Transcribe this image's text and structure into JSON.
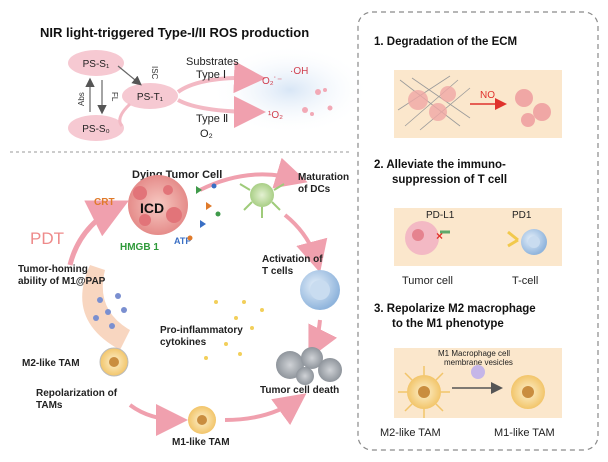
{
  "top_panel": {
    "title": "NIR light-triggered Type-I/II ROS production",
    "ps_s1": "PS-S₁",
    "ps_t1": "PS-T₁",
    "ps_s0": "PS-S₀",
    "isc": "ISC",
    "abs": "Abs",
    "fl": "FL",
    "substrates": "Substrates",
    "type1": "Type Ⅰ",
    "o2_radical": "O₂˙⁻",
    "oh_radical": "·OH",
    "type2": "Type Ⅱ",
    "o2": "O₂",
    "singlet_o2": "¹O₂"
  },
  "cycle_panel": {
    "dying_tumor_cell": "Dying Tumor Cell",
    "crt": "CRT",
    "icd": "ICD",
    "hmgb1": "HMGB 1",
    "atp": "ATP",
    "pdt": "PDT",
    "maturation_dcs": "Maturation\nof DCs",
    "activation_t": "Activation of\nT cells",
    "tumor_homing": "Tumor-homing\nability of M1@PAP",
    "pro_inflammatory": "Pro-inflammatory\ncytokines",
    "m2_like_tam": "M2-like TAM",
    "tumor_cell_death": "Tumor cell death",
    "repolarization_tams": "Repolarization of\nTAMs",
    "m1_like_tam": "M1-like TAM"
  },
  "right_panel": {
    "item1_title": "1. Degradation of the ECM",
    "no_label": "NO",
    "item2_title": "2. Alleviate the immuno-\nsuppression of T cell",
    "pd_l1": "PD-L1",
    "pd1": "PD1",
    "tumor_cell": "Tumor cell",
    "t_cell": "T-cell",
    "item3_title": "3. Repolarize M2 macrophage\nto the M1 phenotype",
    "m1_vesicles": "M1 Macrophage cell\nmembrane vesicles",
    "m2_like_tam": "M2-like TAM",
    "m1_like_tam": "M1-like TAM"
  },
  "colors": {
    "border_gray": "#8a8a8a",
    "peach_box": "#fbe7cc",
    "pink": "#f3b9c4",
    "arrow_pink": "#f0a0ae",
    "arrow_gray": "#888888",
    "crt_orange": "#e07a2a",
    "hmgb_green": "#2f9a3a",
    "atp_blue": "#3a6fc4",
    "no_red": "#e0322c",
    "pdt_pink": "#ee8a8a",
    "cell_blue": "#9fc2e6",
    "macro_yellow": "#f6d58a"
  }
}
